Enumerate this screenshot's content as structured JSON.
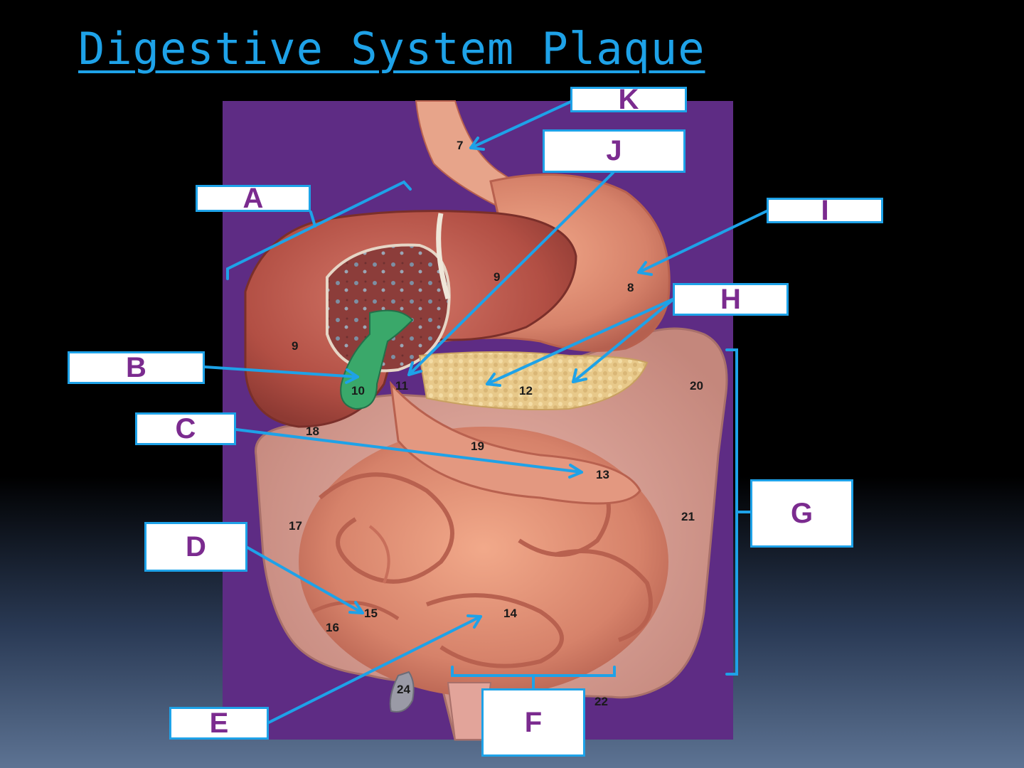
{
  "slide": {
    "title": "Digestive System Plaque"
  },
  "colors": {
    "background": "#000000",
    "title": "#1ea2e8",
    "leader_line": "#1ea2e8",
    "label_letter": "#7b2b8f",
    "plaque_background": "#5e2c84",
    "organ_flesh": "#d98a6e",
    "gallbladder": "#3aa86a"
  },
  "labels": [
    {
      "id": "A",
      "text": "A"
    },
    {
      "id": "B",
      "text": "B"
    },
    {
      "id": "C",
      "text": "C"
    },
    {
      "id": "D",
      "text": "D"
    },
    {
      "id": "E",
      "text": "E"
    },
    {
      "id": "F",
      "text": "F"
    },
    {
      "id": "G",
      "text": "G"
    },
    {
      "id": "H",
      "text": "H"
    },
    {
      "id": "I",
      "text": "I"
    },
    {
      "id": "J",
      "text": "J"
    },
    {
      "id": "K",
      "text": "K"
    }
  ],
  "model_numbers": {
    "n7": "7",
    "n8": "8",
    "n9_liver": "9",
    "n9_stomach": "9",
    "n10": "10",
    "n11": "11",
    "n12": "12",
    "n13": "13",
    "n14": "14",
    "n15": "15",
    "n16": "16",
    "n17": "17",
    "n18": "18",
    "n19": "19",
    "n20": "20",
    "n21": "21",
    "n22": "22",
    "n24": "24"
  }
}
